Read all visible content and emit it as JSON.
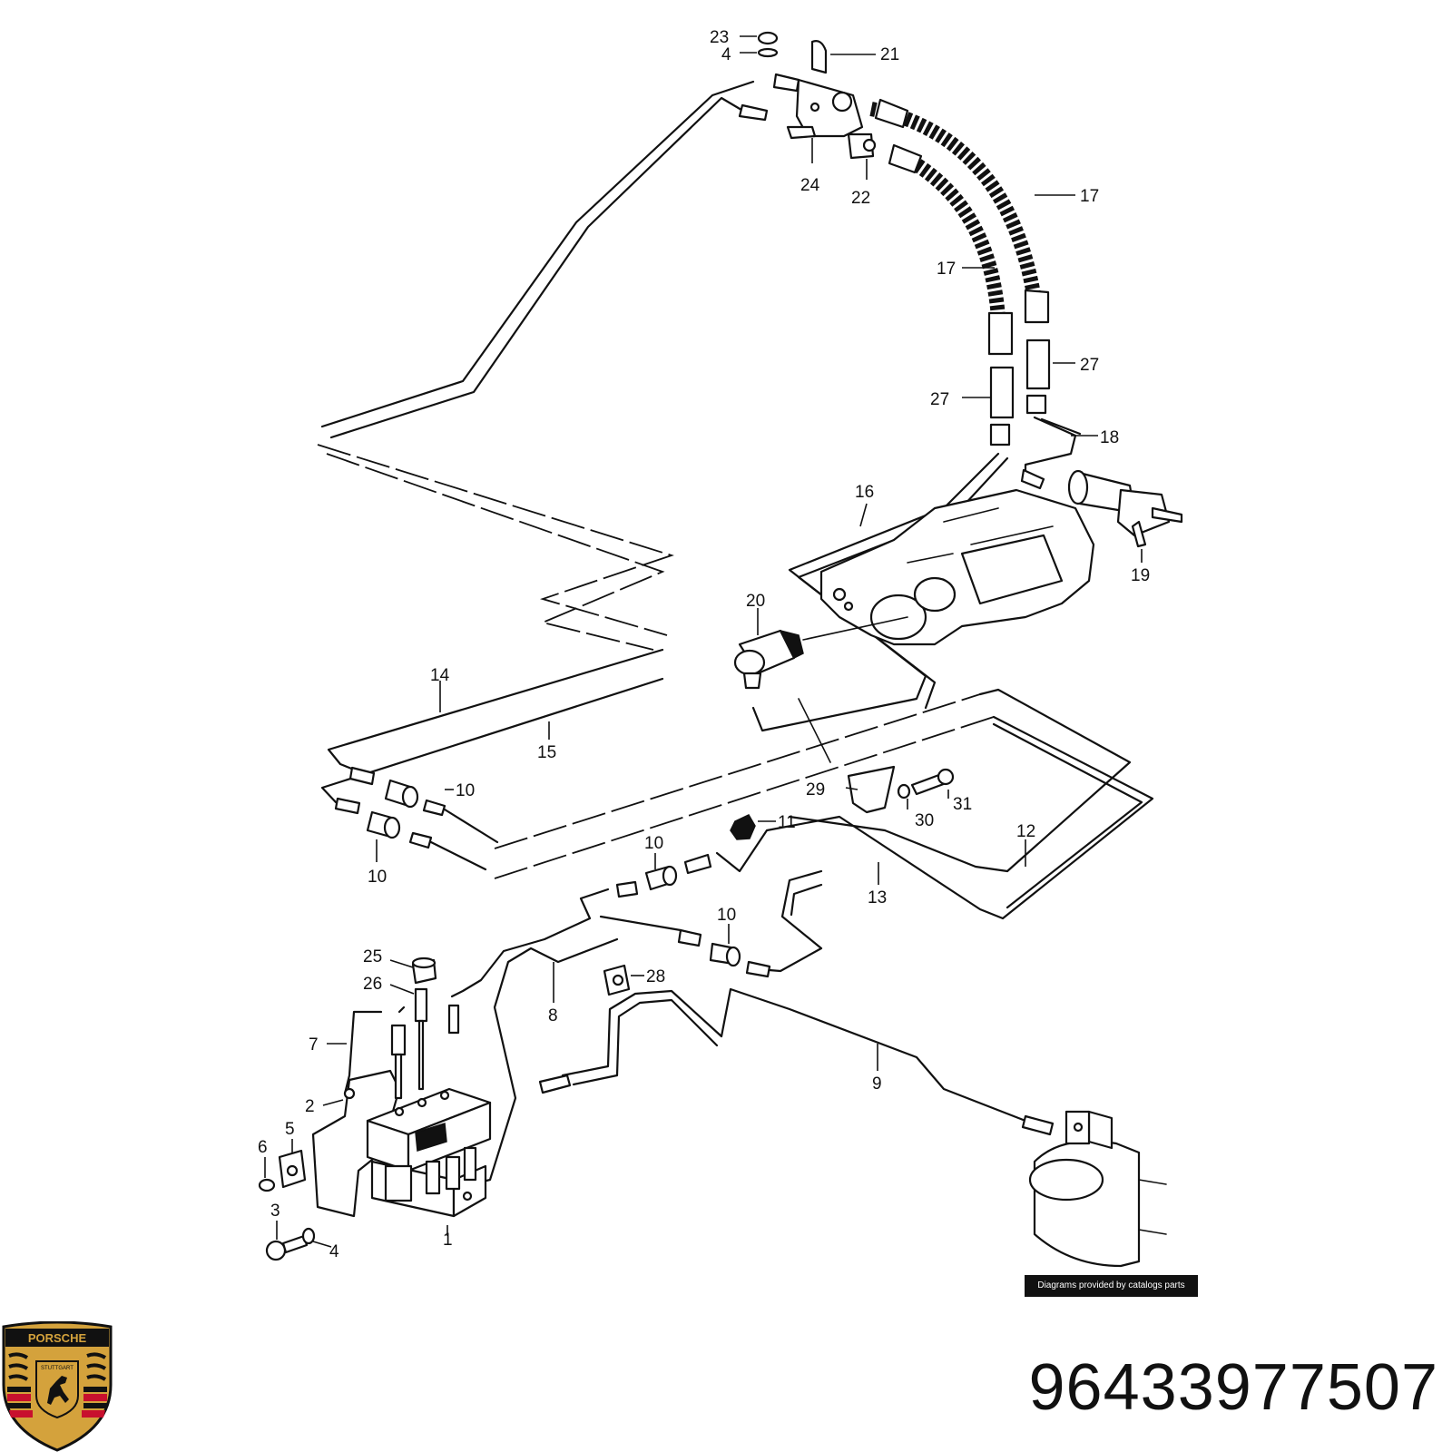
{
  "part_number": "96433977507",
  "credit": "Diagrams provided by catalogs parts",
  "logo": {
    "wordmark": "PORSCHE",
    "city": "STUTTGART",
    "colors": {
      "gold": "#d4a23c",
      "red": "#c8102e",
      "black": "#111111"
    }
  },
  "callouts": {
    "c1": "1",
    "c2": "2",
    "c3": "3",
    "c4a": "4",
    "c4b": "4",
    "c5": "5",
    "c6": "6",
    "c7": "7",
    "c8": "8",
    "c9": "9",
    "c10a": "10",
    "c10b": "10",
    "c10c": "10",
    "c10d": "10",
    "c11": "11",
    "c12": "12",
    "c13": "13",
    "c14": "14",
    "c15": "15",
    "c16": "16",
    "c17a": "17",
    "c17b": "17",
    "c18": "18",
    "c19": "19",
    "c20": "20",
    "c21": "21",
    "c22": "22",
    "c23": "23",
    "c24": "24",
    "c25": "25",
    "c26": "26",
    "c27a": "27",
    "c27b": "27",
    "c28": "28",
    "c29": "29",
    "c30": "30",
    "c31": "31"
  }
}
